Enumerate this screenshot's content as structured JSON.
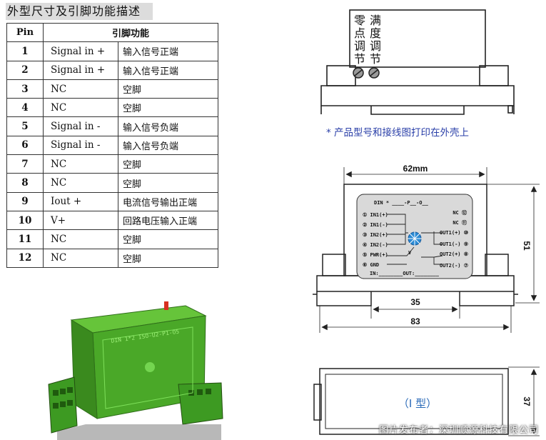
{
  "heading": "外型尺寸及引脚功能描述",
  "table": {
    "headers": [
      "Pin",
      "引脚功能"
    ],
    "rows": [
      {
        "pin": "1",
        "signal": "Signal in +",
        "desc": "输入信号正端"
      },
      {
        "pin": "2",
        "signal": "Signal in +",
        "desc": "输入信号正端"
      },
      {
        "pin": "3",
        "signal": "NC",
        "desc": "空脚"
      },
      {
        "pin": "4",
        "signal": "NC",
        "desc": "空脚"
      },
      {
        "pin": "5",
        "signal": "Signal in -",
        "desc": "输入信号负端"
      },
      {
        "pin": "6",
        "signal": "Signal in -",
        "desc": "输入信号负端"
      },
      {
        "pin": "7",
        "signal": "NC",
        "desc": "空脚"
      },
      {
        "pin": "8",
        "signal": "NC",
        "desc": "空脚"
      },
      {
        "pin": "9",
        "signal": "Iout +",
        "desc": "电流信号输出正端"
      },
      {
        "pin": "10",
        "signal": "V+",
        "desc": "回路电压输入正端"
      },
      {
        "pin": "11",
        "signal": "NC",
        "desc": "空脚"
      },
      {
        "pin": "12",
        "signal": "NC",
        "desc": "空脚"
      }
    ]
  },
  "side_view": {
    "zero_label": "零点调节",
    "span_label": "满度调节"
  },
  "note": "* 产品型号和接线图打印在外壳上",
  "front_view": {
    "model": "DIN  *  ____-P__-O__",
    "dim_top": "62mm",
    "dim_height": "51",
    "dim_inner": "35",
    "dim_total": "83",
    "left_pins": [
      "① IN1(+)",
      "② IN1(-)",
      "③ IN2(+)",
      "④ IN2(-)",
      "⑤ PWR(+)",
      "⑥ GND"
    ],
    "right_pins": [
      "NC ⑫",
      "NC ⑪",
      "OUT1(+) ⑩",
      "OUT1(-) ⑨",
      "OUT2(+) ⑧",
      "OUT2(-) ⑦"
    ],
    "v_label": "V",
    "bottom": "IN:________OUT:________"
  },
  "top_view": {
    "type": "（I 型）",
    "dim_depth": "37"
  },
  "photo": {
    "label": "DIN  1*2 ISO-U2-P1-O5"
  },
  "credit": "图片发布者：深圳顺源科技有限公司"
}
